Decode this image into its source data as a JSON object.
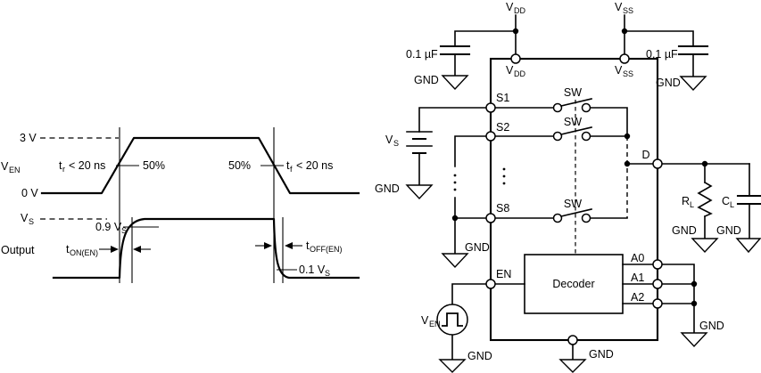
{
  "colors": {
    "line": "#000000",
    "background": "#ffffff"
  },
  "timing": {
    "level_3v": "3 V",
    "level_0v": "0 V",
    "ven_axis": {
      "main": "V",
      "sub": "EN"
    },
    "tr": {
      "main": "t",
      "sub": "r",
      "rest": "< 20 ns"
    },
    "tf": {
      "main": "t",
      "sub": "f",
      "rest": "< 20 ns"
    },
    "pct_rise": "50%",
    "pct_fall": "50%",
    "vs_level": {
      "main": "V",
      "sub": "S"
    },
    "v09": {
      "main": "0.9 V",
      "sub": "S"
    },
    "v01": {
      "main": "0.1 V",
      "sub": "S"
    },
    "output_axis": "Output",
    "ton": {
      "main": "t",
      "sub": "ON(EN)"
    },
    "toff": {
      "main": "t",
      "sub": "OFF(EN)"
    }
  },
  "schematic": {
    "vdd": {
      "main": "V",
      "sub": "DD"
    },
    "vss": {
      "main": "V",
      "sub": "SS"
    },
    "bypass_cap_value": "0.1 µF",
    "gnd": "GND",
    "pins": {
      "s1": "S1",
      "s2": "S2",
      "s8": "S8",
      "en": "EN",
      "d": "D",
      "a0": "A0",
      "a1": "A1",
      "a2": "A2"
    },
    "sw": "SW",
    "vs_source": {
      "main": "V",
      "sub": "S"
    },
    "ven_source": {
      "main": "V",
      "sub": "EN"
    },
    "decoder": "Decoder",
    "rl": {
      "main": "R",
      "sub": "L"
    },
    "cl": {
      "main": "C",
      "sub": "L"
    }
  }
}
